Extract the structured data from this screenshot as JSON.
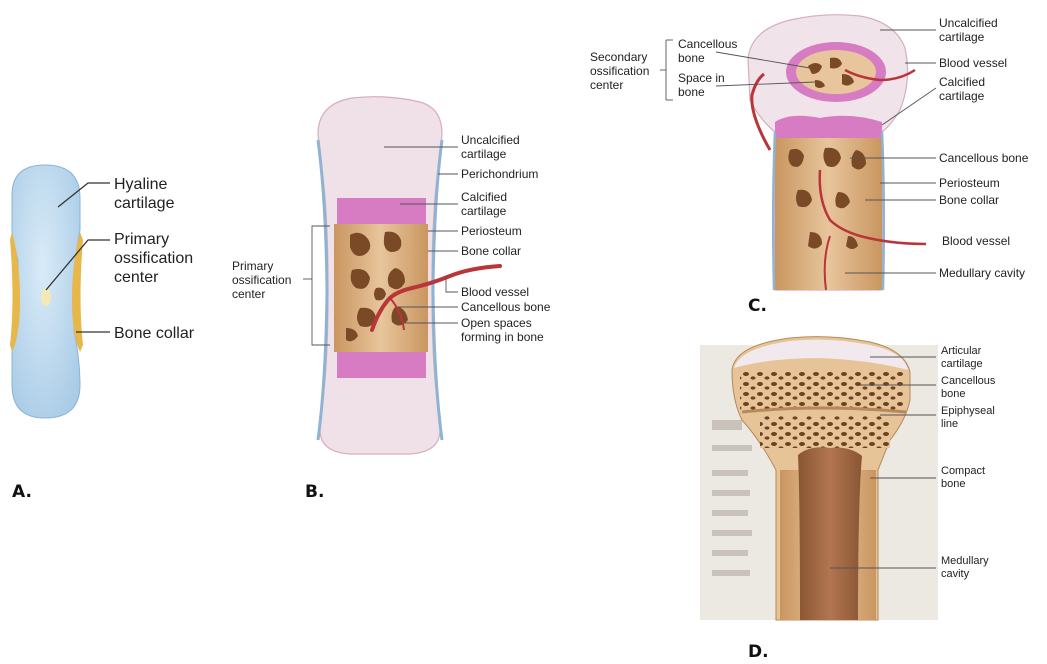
{
  "panels": {
    "a": {
      "letter": "A.",
      "labels": {
        "hyaline_line1": "Hyaline",
        "hyaline_line2": "cartilage",
        "primary_line1": "Primary",
        "primary_line2": "ossification",
        "primary_line3": "center",
        "bone_collar": "Bone collar"
      }
    },
    "b": {
      "letter": "B.",
      "labels": {
        "uncalcified_line1": "Uncalcified",
        "uncalcified_line2": "cartilage",
        "perichondrium": "Perichondrium",
        "calcified_line1": "Calcified",
        "calcified_line2": "cartilage",
        "periosteum": "Periosteum",
        "bone_collar": "Bone collar",
        "blood_vessel": "Blood vessel",
        "cancellous_bone": "Cancellous bone",
        "open_spaces_line1": "Open spaces",
        "open_spaces_line2": "forming in bone",
        "primary_ossification_line1": "Primary",
        "primary_ossification_line2": "ossification",
        "primary_ossification_line3": "center"
      }
    },
    "c": {
      "letter": "C.",
      "labels": {
        "secondary_line1": "Secondary",
        "secondary_line2": "ossification",
        "secondary_line3": "center",
        "cancellous_line1": "Cancellous",
        "cancellous_line2": "bone",
        "space_line1": "Space in",
        "space_line2": "bone",
        "uncalcified_line1": "Uncalcified",
        "uncalcified_line2": "cartilage",
        "blood_vessel_top": "Blood vessel",
        "calcified_line1": "Calcified",
        "calcified_line2": "cartilage",
        "cancellous_bone": "Cancellous bone",
        "periosteum": "Periosteum",
        "bone_collar": "Bone collar",
        "blood_vessel": "Blood vessel",
        "medullary_cavity": "Medullary cavity"
      }
    },
    "d": {
      "letter": "D.",
      "labels": {
        "articular_line1": "Articular",
        "articular_line2": "cartilage",
        "cancellous_line1": "Cancellous",
        "cancellous_line2": "bone",
        "epiphyseal_line1": "Epiphyseal",
        "epiphyseal_line2": "line",
        "compact_line1": "Compact",
        "compact_line2": "bone",
        "medullary_line1": "Medullary",
        "medullary_line2": "cavity"
      }
    }
  },
  "colors": {
    "cartilage_blue": "#bcd8ee",
    "cartilage_pink": "#f1e1e7",
    "calcified_magenta": "#d77cc3",
    "bone_tan": "#e2b98a",
    "cancellous_brown": "#7a4a26",
    "vessel_red": "#b8353a",
    "periosteum_blue": "#8fb3d3",
    "leader_line": "#333333"
  }
}
